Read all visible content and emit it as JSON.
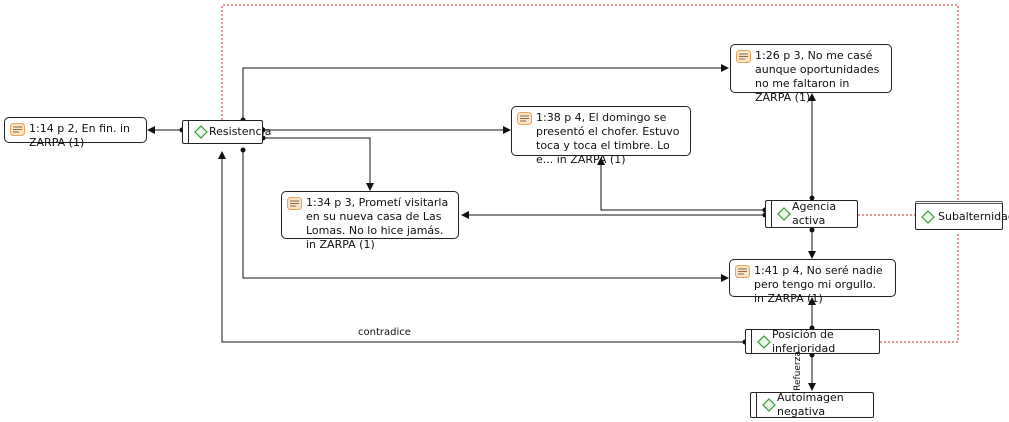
{
  "quotes": {
    "q114": "1:14 p 2, En fin. in ZARPA (1)",
    "q126": "1:26 p 3, No me casé aunque oportunidades no me faltaron in ZARPA (1)",
    "q138": "1:38 p 4, El domingo se   presentó el chofer. Estuvo toca y toca el timbre. Lo e... in ZARPA (1)",
    "q134": "1:34 p 3, Prometí visitarla en su nueva casa de Las Lomas. No lo hice jamás. in ZARPA (1)",
    "q141": "1:41 p 4, No seré nadie pero tengo mi orgullo. in ZARPA (1)"
  },
  "codes": {
    "resistencia": "Resistencia",
    "agencia": "Agencia activa",
    "subalternidad": "Subalternidad",
    "posicion": "Posición de inferioridad",
    "autoimagen": "Autoimagen negativa"
  },
  "edge_labels": {
    "contradice": "contradice",
    "refuerza": "Refuerza"
  },
  "colors": {
    "code_icon": "#3a9a3a",
    "quote_icon": "#e8a55a",
    "dotted_link": "#d62828"
  }
}
